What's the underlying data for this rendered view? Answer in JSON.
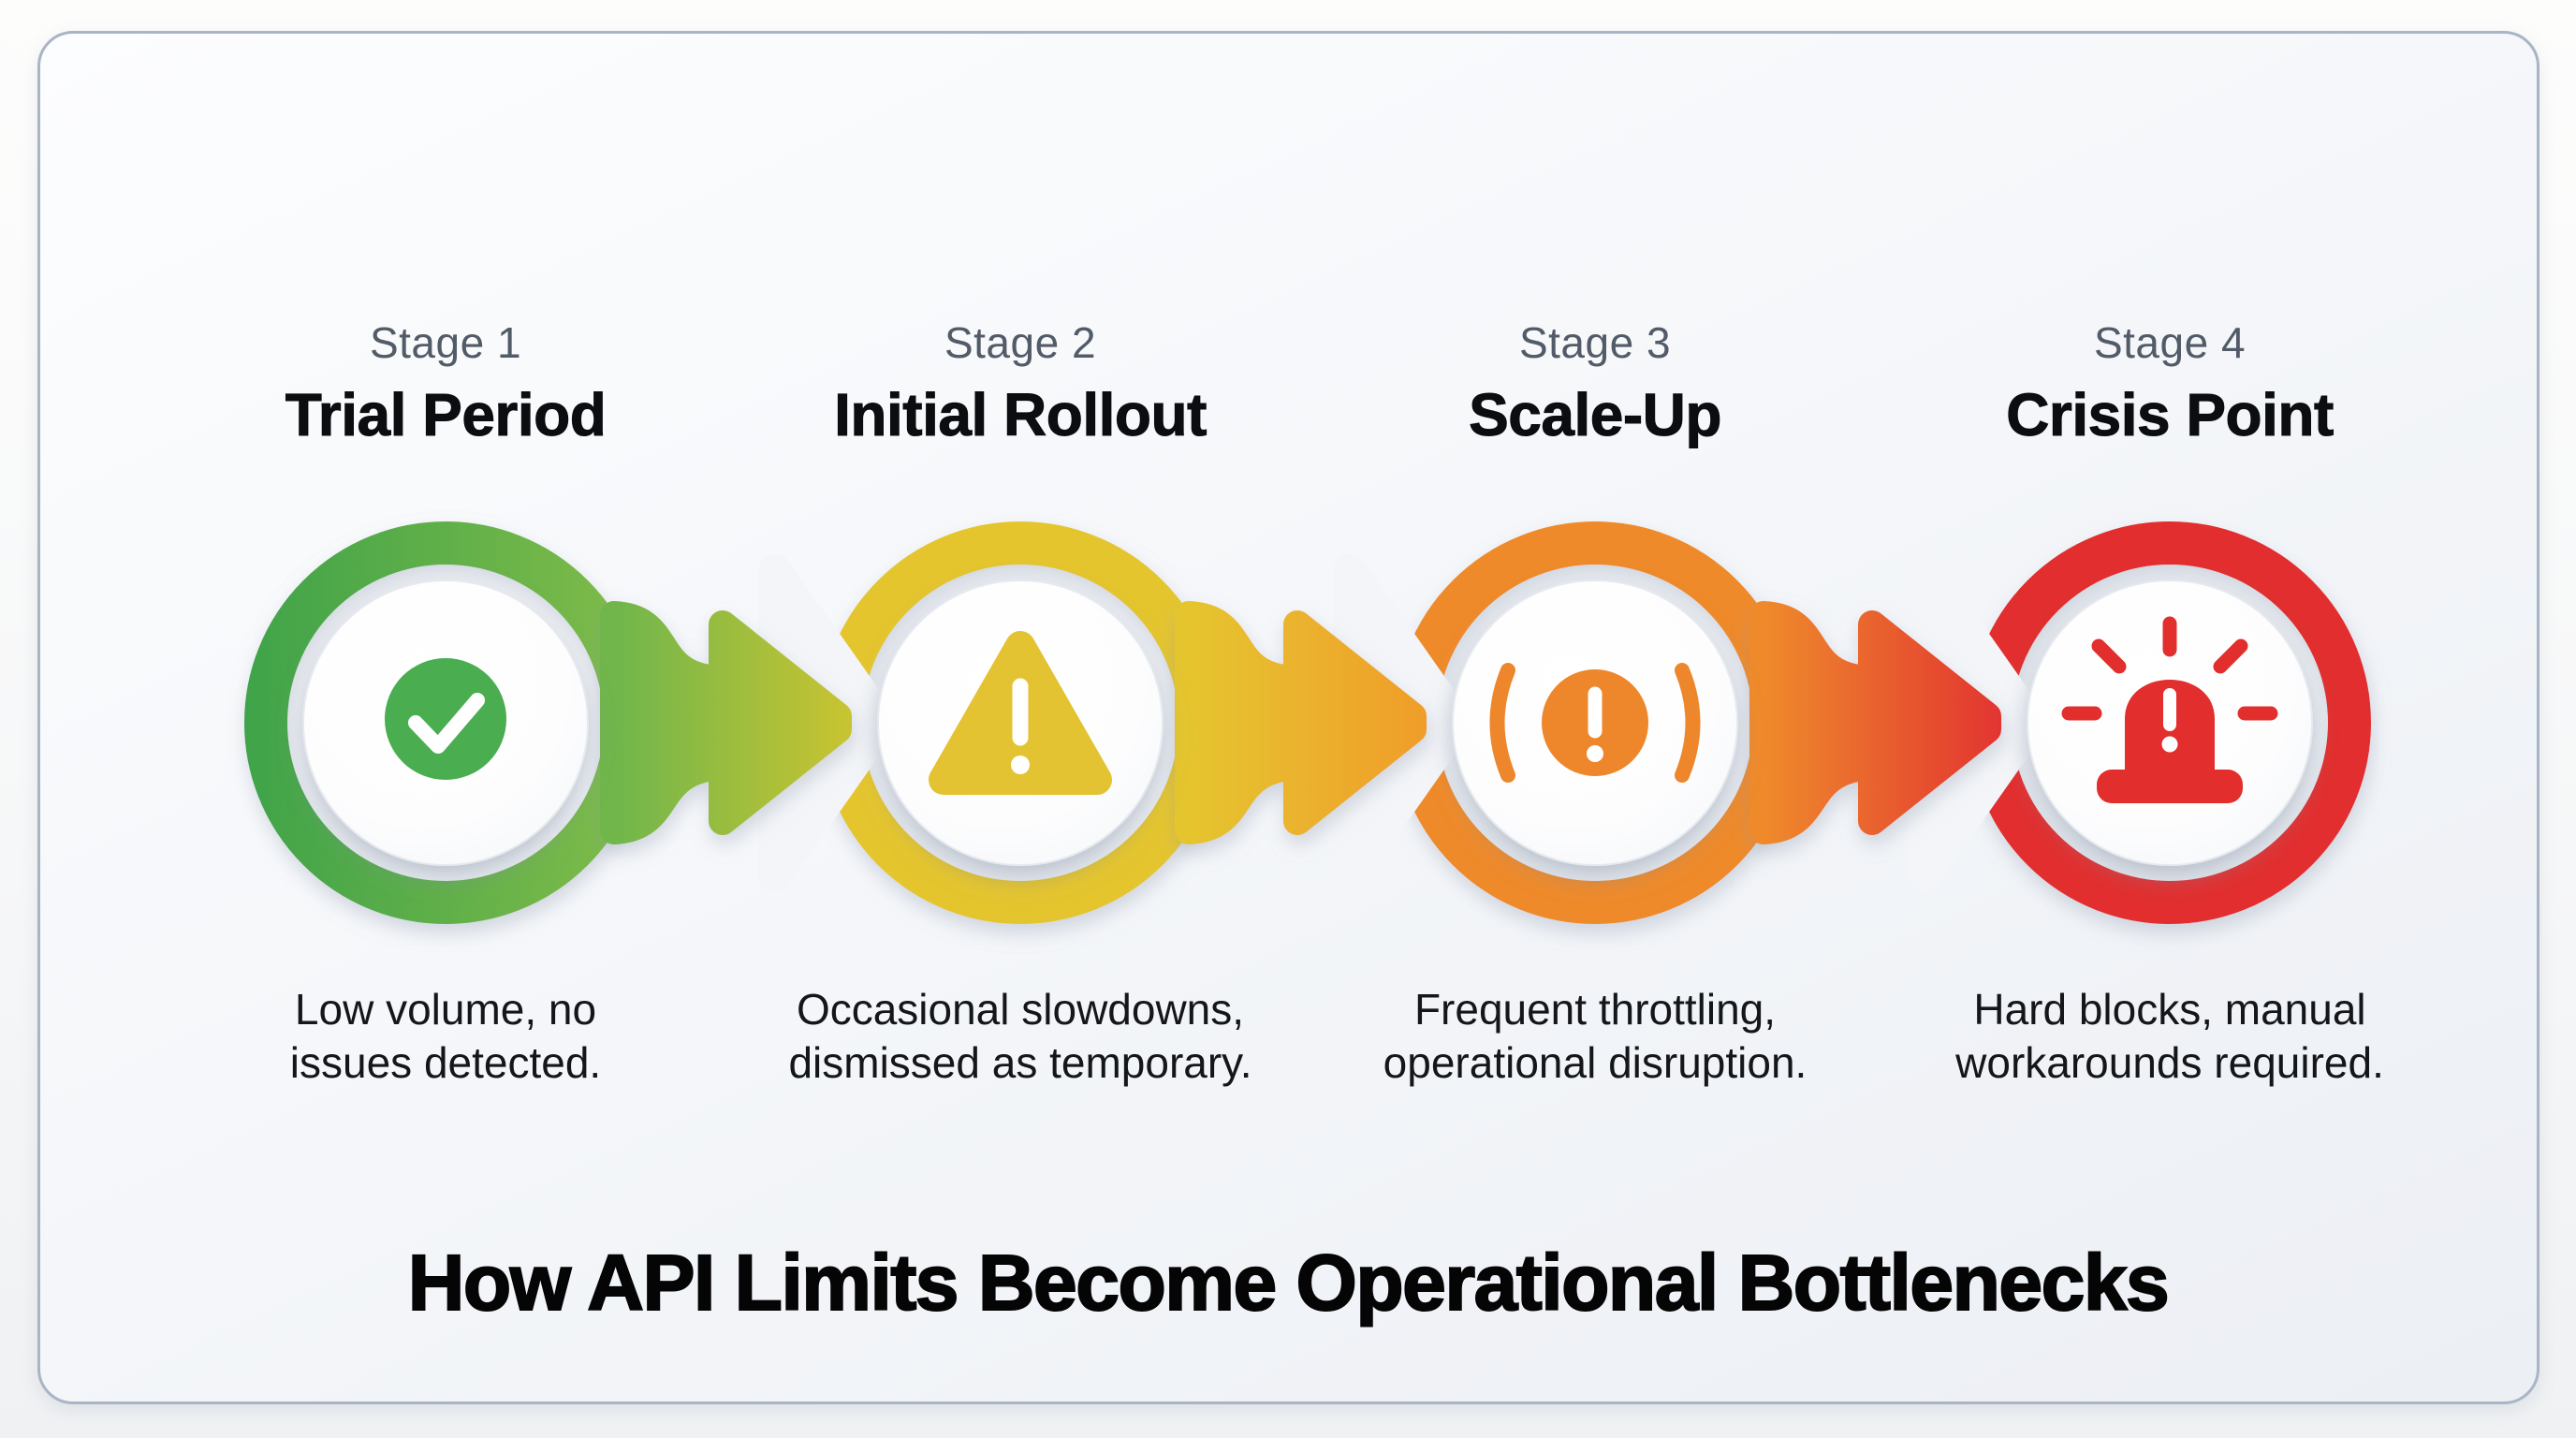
{
  "footer_title": "How API Limits Become Operational Bottlenecks",
  "stages": [
    {
      "label": "Stage 1",
      "title": "Trial Period",
      "desc_lines": [
        "Low volume, no",
        "issues detected."
      ],
      "icon": "check-circle-icon",
      "color": "#4aae51"
    },
    {
      "label": "Stage 2",
      "title": "Initial Rollout",
      "desc_lines": [
        "Occasional slowdowns,",
        "dismissed as temporary."
      ],
      "icon": "warning-triangle-icon",
      "color": "#e5c52f"
    },
    {
      "label": "Stage 3",
      "title": "Scale-Up",
      "desc_lines": [
        "Frequent throttling,",
        "operational disruption."
      ],
      "icon": "alert-circle-icon",
      "color": "#ee872c"
    },
    {
      "label": "Stage 4",
      "title": "Crisis Point",
      "desc_lines": [
        "Hard blocks, manual",
        "workarounds required."
      ],
      "icon": "siren-icon",
      "color": "#e22e2d"
    }
  ],
  "palette": {
    "green": "#4aae51",
    "yellow": "#e5c52f",
    "orange": "#ee872c",
    "red": "#e22e2d",
    "card_border": "#a9b4c4",
    "stage_label_gray": "#525b68",
    "title_black": "#0b0d10",
    "body_text": "#141619"
  }
}
